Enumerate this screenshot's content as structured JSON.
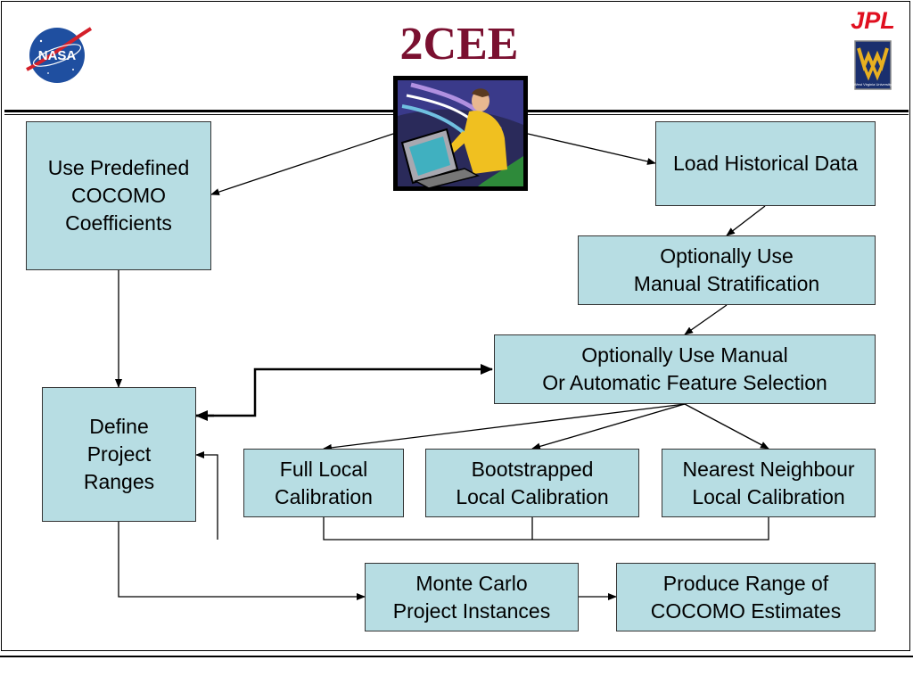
{
  "title": "2CEE",
  "logos": {
    "nasa_text": "NASA",
    "jpl_text": "JPL",
    "wvu_text": "West Virginia University"
  },
  "boxes": {
    "predefined": "Use Predefined\nCOCOMO\nCoefficients",
    "load_history": "Load Historical Data",
    "stratification": "Optionally Use\nManual Stratification",
    "feature_selection": "Optionally Use Manual\nOr Automatic Feature Selection",
    "project_ranges": "Define\nProject\nRanges",
    "full_local": "Full Local\nCalibration",
    "bootstrapped": "Bootstrapped\nLocal Calibration",
    "nearest_neighbour": "Nearest Neighbour\nLocal Calibration",
    "monte_carlo": "Monte Carlo\nProject Instances",
    "produce_range": "Produce Range of\nCOCOMO Estimates"
  },
  "colors": {
    "box_fill": "#b7dde3",
    "title": "#7a1030",
    "jpl_red": "#e01020",
    "wvu_blue": "#1a2f6e",
    "wvu_gold": "#e8b020",
    "nasa_blue": "#1f4fa0"
  }
}
